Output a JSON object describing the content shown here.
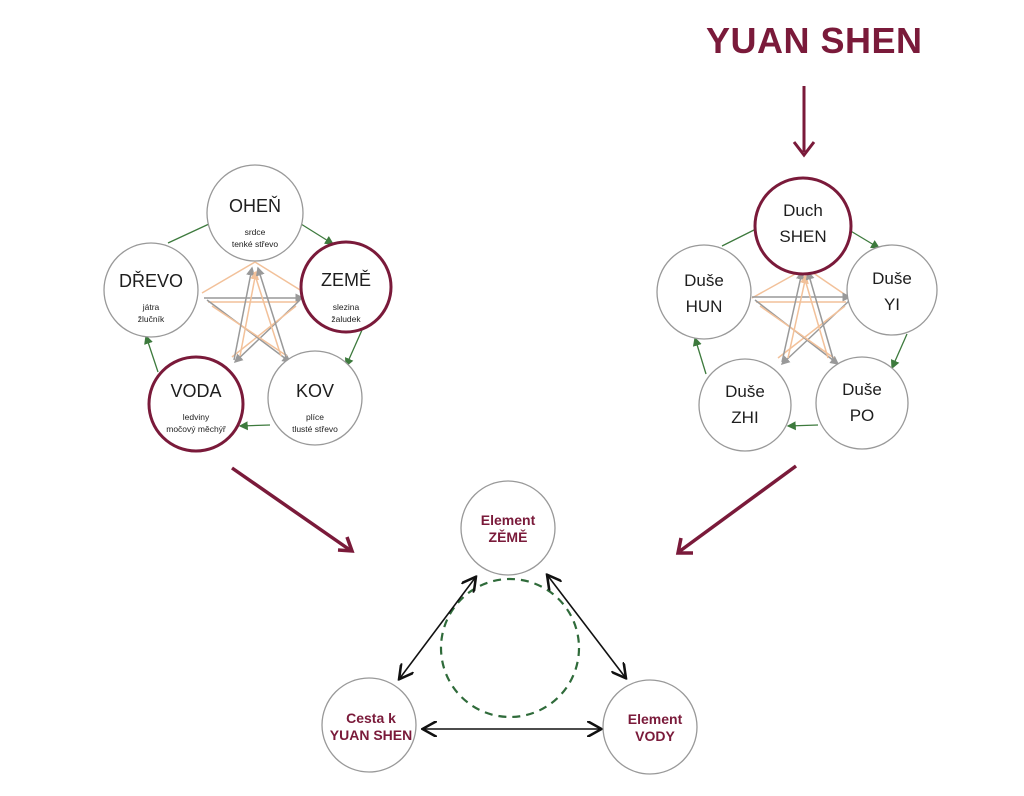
{
  "title": "YUAN SHEN",
  "colors": {
    "accent": "#7a1a3a",
    "cycle_arrow": "#3d7a3d",
    "star_orange": "#f2c19a",
    "star_gray": "#999999",
    "dashed_circle": "#2f6b3a"
  },
  "elements_diagram": {
    "nodes": [
      {
        "name": "OHEŇ",
        "line1": "srdce",
        "line2": "tenké střevo"
      },
      {
        "name": "ZEMĚ",
        "line1": "slezina",
        "line2": "žaludek"
      },
      {
        "name": "KOV",
        "line1": "plíce",
        "line2": "tlusté střevo"
      },
      {
        "name": "VODA",
        "line1": "ledviny",
        "line2": "močový měchýř"
      },
      {
        "name": "DŘEVO",
        "line1": "játra",
        "line2": "žlučník"
      }
    ]
  },
  "souls_diagram": {
    "nodes": [
      {
        "line1": "Duch",
        "line2": "SHEN"
      },
      {
        "line1": "Duše",
        "line2": "YI"
      },
      {
        "line1": "Duše",
        "line2": "PO"
      },
      {
        "line1": "Duše",
        "line2": "ZHI"
      },
      {
        "line1": "Duše",
        "line2": "HUN"
      }
    ]
  },
  "triangle": {
    "top": {
      "line1": "Element",
      "line2": "ZĚMĚ"
    },
    "right": {
      "line1": "Element",
      "line2": "VODY"
    },
    "left": {
      "line1": "Cesta k",
      "line2": "YUAN SHEN"
    }
  }
}
